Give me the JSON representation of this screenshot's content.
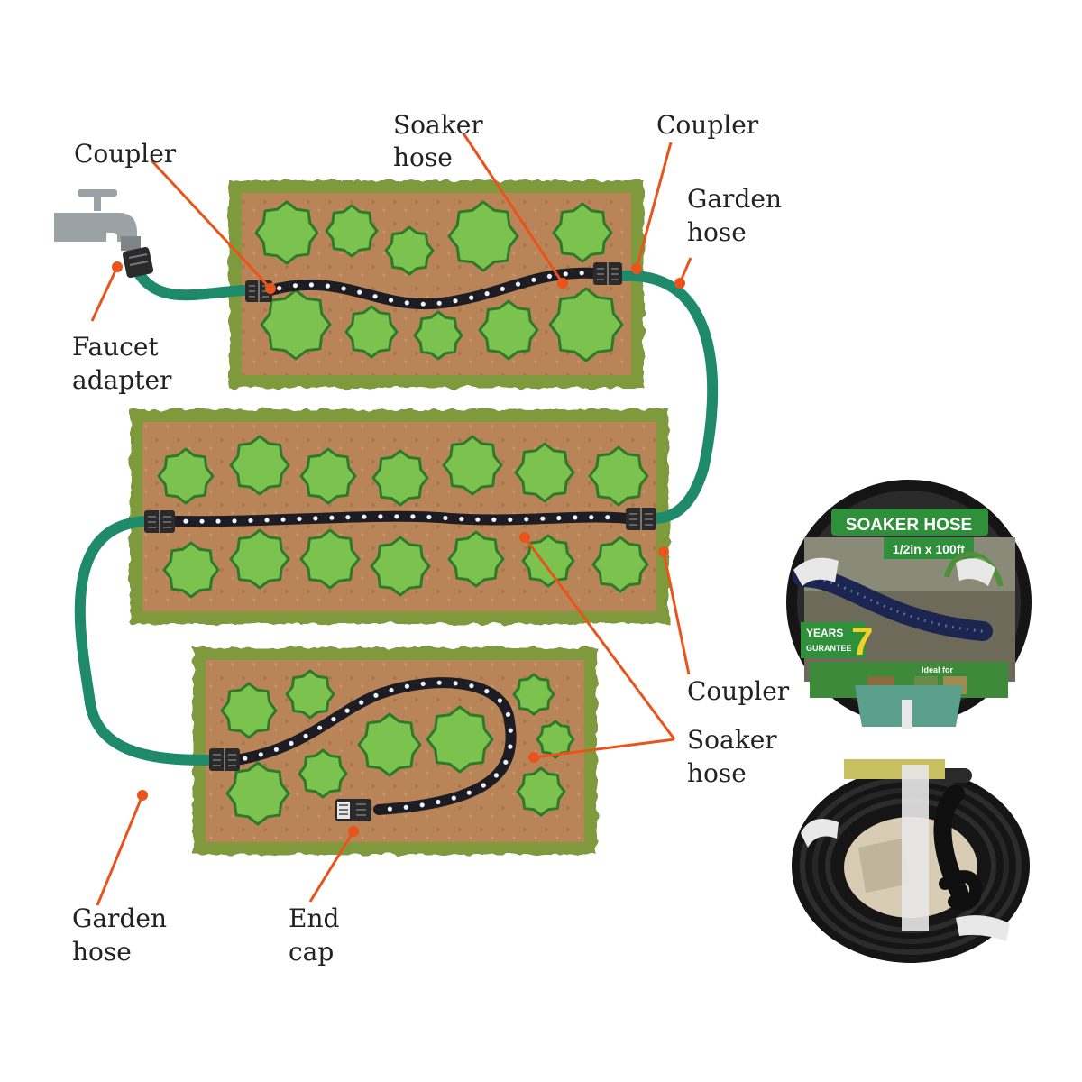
{
  "labels": {
    "coupler_top_left": [
      "Coupler"
    ],
    "soaker_top": [
      "Soaker",
      "hose"
    ],
    "coupler_top_right": [
      "Coupler"
    ],
    "garden_hose_top": [
      "Garden",
      "hose"
    ],
    "faucet_adapter": [
      "Faucet",
      "adapter"
    ],
    "coupler_mid_right": [
      "Coupler"
    ],
    "soaker_bottom": [
      "Soaker",
      "hose"
    ],
    "garden_hose_bottom": [
      "Garden",
      "hose"
    ],
    "end_cap": [
      "End",
      "cap"
    ]
  },
  "product": {
    "reel_title": "SOAKER HOSE",
    "reel_size": "1/2in x 100ft",
    "years_text": "YEARS",
    "guarantee_text": "GURANTEE",
    "years_number": "7",
    "ideal_for": "Ideal for"
  },
  "colors": {
    "callout": "#e8541c",
    "garden_hose": "#1f8a6a",
    "soaker_hose": "#1c1c22",
    "soil": "#b98558",
    "grass": "#7f9a3e",
    "plant": "#7cc24e",
    "plant_outline": "#2f7a2a",
    "faucet": "#9aa2a6"
  },
  "icons": [
    "faucet-icon",
    "coupler-icon",
    "end-cap-icon",
    "plant-icon",
    "hose-reel-icon",
    "coiled-hose-icon"
  ]
}
